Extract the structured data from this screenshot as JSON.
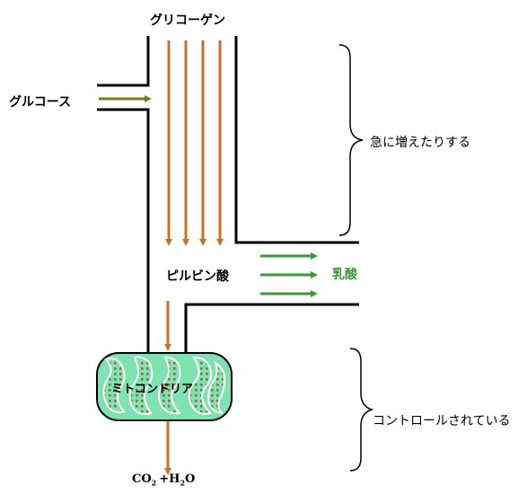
{
  "labels": {
    "glycogen": "グリコーゲン",
    "glucose": "グルコース",
    "pyruvate": "ピルビン酸",
    "lactate": "乳酸",
    "mitochondria": "ミトコンドリア",
    "sudden_increase": "急に増えたりする",
    "controlled": "コントロールされている",
    "products": {
      "co": "CO",
      "sub2": "2",
      "plus_h": "+H",
      "sub2b": "2",
      "o": "O"
    }
  },
  "colors": {
    "orange_arrow": "#c8702a",
    "olive_arrow": "#7a7a10",
    "green_arrow": "#3a9a3a",
    "lactate_text": "#3a9a3a",
    "mito_fill": "#7fe3b0",
    "mito_cristae": "#ffffff",
    "mito_dots": "#c8542a",
    "line": "#000000"
  },
  "icons": {
    "brace_top": "right-curly-brace",
    "brace_bottom": "right-curly-brace"
  }
}
